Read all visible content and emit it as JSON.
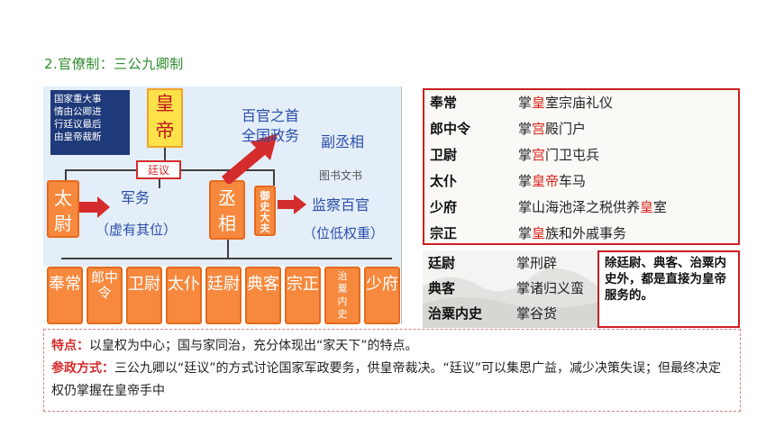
{
  "section_title": "2.官僚制：三公九卿制",
  "diagram": {
    "note": "国家重大事\n情由公卿进\n行廷议最后\n由皇帝裁断",
    "emperor": "皇帝",
    "tingyi": "廷议",
    "chancellor_desc": "百官之首\n全国政务",
    "deputy": "副丞相",
    "books": "图书文书",
    "taiwei": "太尉",
    "military": "军务",
    "nominal": "（虚有其位）",
    "chengxiang": "丞相",
    "yushi": "御史大夫",
    "supervise": "监察百官",
    "lowrank": "（位低权重）",
    "ministers": [
      "奉常",
      "郎中令",
      "卫尉",
      "太仆",
      "廷尉",
      "典客",
      "宗正",
      "治粟内史",
      "少府"
    ]
  },
  "table": {
    "rows": [
      {
        "office": "奉常",
        "pre": "掌",
        "red": "皇",
        "post": "室宗庙礼仪"
      },
      {
        "office": "郎中令",
        "pre": "掌",
        "red": "宫",
        "post": "殿门户"
      },
      {
        "office": "卫尉",
        "pre": "掌",
        "red": "宫",
        "post": "门卫屯兵"
      },
      {
        "office": "太仆",
        "pre": "掌",
        "red": "皇帝",
        "post": "车马"
      },
      {
        "office": "少府",
        "pre": "掌山海池泽之税供养",
        "red": "皇",
        "post": "室"
      },
      {
        "office": "宗正",
        "pre": "掌",
        "red": "皇",
        "post": "族和外戚事务"
      }
    ],
    "rows2": [
      {
        "office": "廷尉",
        "duty": "掌刑辟"
      },
      {
        "office": "典客",
        "duty": "掌诸归义蛮"
      },
      {
        "office": "治粟内史",
        "duty": "掌谷货"
      }
    ],
    "note": "除廷尉、典客、治粟内史外，都是直接为皇帝服务的。"
  },
  "summary": {
    "feature_label": "特点：",
    "feature_text": "以皇权为中心；国与家同治，充分体现出“家天下”的特点。",
    "method_label": "参政方式：",
    "method_text": "三公九卿以“廷议”的方式讨论国家军政要务，供皇帝裁决。“廷议”可以集思广益，减少决策失误；但最终决定权仍掌握在皇帝手中"
  },
  "colors": {
    "accent_red": "#d42c2c",
    "title_green": "#2e8b2e",
    "orange": "#f6893d",
    "navy": "#1f3a7a"
  }
}
